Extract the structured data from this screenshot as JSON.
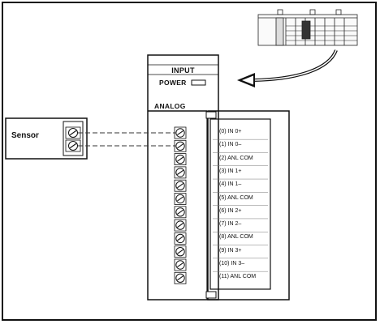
{
  "sensor": {
    "label": "Sensor"
  },
  "module": {
    "title": "INPUT",
    "power_label": "POWER",
    "analog_label": "ANALOG"
  },
  "terminals": [
    "(0) IN 0+",
    "(1) IN 0–",
    "(2) ANL COM",
    "(3) IN 1+",
    "(4) IN 1–",
    "(5) ANL COM",
    "(6) IN 2+",
    "(7) IN 2–",
    "(8) ANL COM",
    "(9) IN 3+",
    "(10) IN 3–",
    "(11) ANL COM"
  ]
}
